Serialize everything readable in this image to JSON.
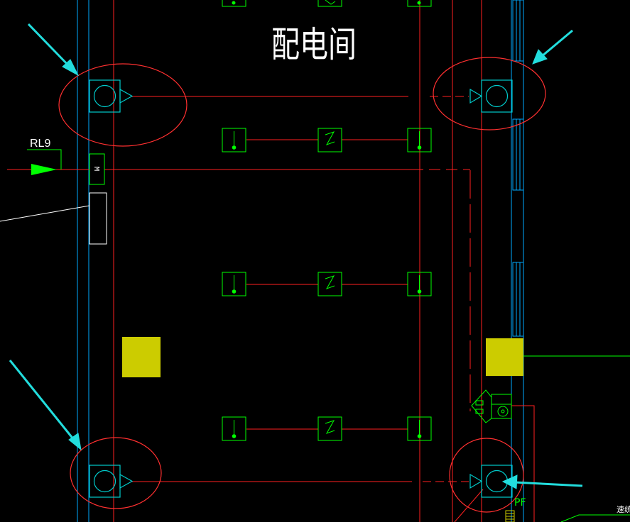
{
  "colors": {
    "background": "#000000",
    "wall": "#00aaff",
    "pipe": "#ff2020",
    "device": "#00ff00",
    "equipment": "#00cccc",
    "highlight": "#ff3030",
    "arrow": "#22dddd",
    "yellow": "#cccc00",
    "text": "#ffffff"
  },
  "labels": {
    "room": "配电间",
    "pipe_tag": "RL9",
    "meter": "M",
    "pf": "PF",
    "corner_note": "速统"
  },
  "icons": {
    "sprinkler": "pendant-sprinkler-icon",
    "switch": "zigzag-switch-icon",
    "fan_unit": "fan-coil-unit-icon",
    "flow_arrow": "flow-direction-arrow-icon",
    "callout_arrow": "callout-arrow-icon"
  }
}
